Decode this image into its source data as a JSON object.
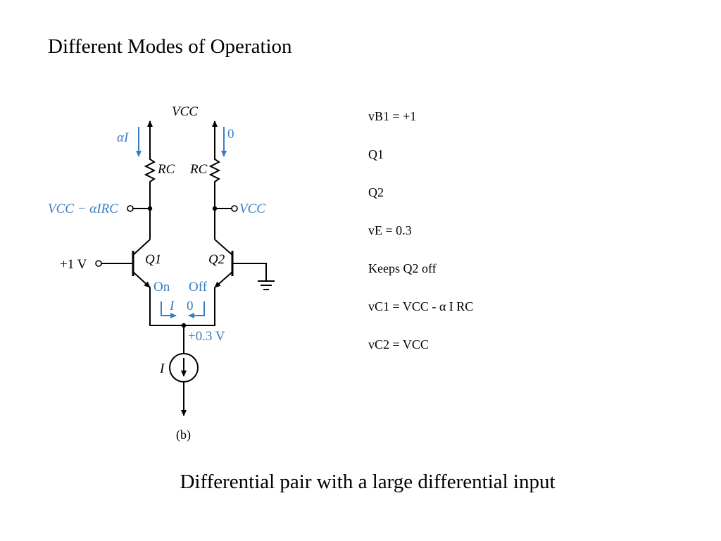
{
  "slide": {
    "title": "Different Modes of Operation",
    "caption": "Differential pair with a large differential input"
  },
  "notes": [
    "vB1 = +1",
    "Q1",
    "Q2",
    "vE = 0.3",
    "Keeps Q2 off",
    "vC1 = VCC - α I RC",
    "vC2 = VCC"
  ],
  "circuit": {
    "supply_label": "VCC",
    "resistor_label": "RC",
    "transistor_left": "Q1",
    "transistor_right": "Q2",
    "input_label": "+1 V",
    "left_current": "αI",
    "right_current": "0",
    "left_collector_voltage": "VCC − αIRC",
    "right_collector_voltage": "VCC",
    "left_state": "On",
    "right_state": "Off",
    "left_emitter_current": "I",
    "right_emitter_current": "0",
    "emitter_voltage": "+0.3 V",
    "current_source_label": "I",
    "figure_label": "(b)",
    "colors": {
      "annotation": "#3a7cc0",
      "wire": "#000000"
    }
  }
}
